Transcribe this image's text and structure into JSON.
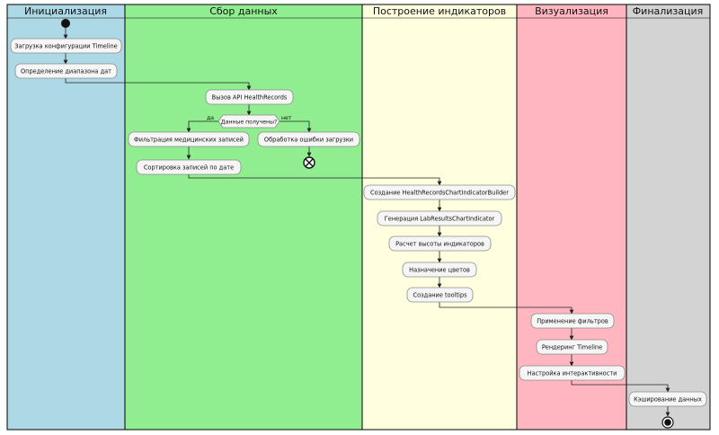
{
  "swimlanes": [
    {
      "id": "init",
      "title": "Инициализация",
      "color": "#add8e6"
    },
    {
      "id": "collect",
      "title": "Сбор данных",
      "color": "#90ee90"
    },
    {
      "id": "build",
      "title": "Построение индикаторов",
      "color": "#ffffe0"
    },
    {
      "id": "vis",
      "title": "Визуализация",
      "color": "#ffb6c1"
    },
    {
      "id": "fin",
      "title": "Финализация",
      "color": "#d3d3d3"
    }
  ],
  "activities": {
    "load_config": "Загрузка конфигурации Timeline",
    "date_range": "Определение диапазона дат",
    "call_api": "Вызов API HealthRecords",
    "filter_records": "Фильтрация медицинских записей",
    "sort_records": "Сортировка записей по дате",
    "load_error": "Обработка ошибки загрузки",
    "create_builder": "Создание HealthRecordsChartIndicatorBuilder",
    "gen_lab": "Генерация LabResultsChartIndicator",
    "calc_height": "Расчет высоты индикаторов",
    "assign_colors": "Назначение цветов",
    "create_tooltips": "Создание tooltips",
    "apply_filters": "Применение фильтров",
    "render_timeline": "Рендеринг Timeline",
    "setup_interactivity": "Настройка интерактивности",
    "cache_data": "Кэширование данных"
  },
  "decision": {
    "question": "Данные получены?",
    "yes": "да",
    "no": "нет"
  }
}
